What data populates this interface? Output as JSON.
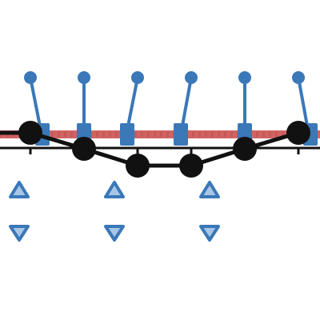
{
  "scene": {
    "colors": {
      "background": "#ffffff",
      "blue": "#3a78b8",
      "blue_light": "#a9c6e6",
      "red": "#d06464",
      "black": "#111111"
    },
    "pendulums": {
      "count": 6,
      "angle_sign_pattern": [
        "left",
        "none",
        "right",
        "right",
        "none",
        "left"
      ]
    },
    "chain": {
      "node_count": 6,
      "style": "zigzag"
    },
    "controls": [
      {
        "name": "up-arrow-1",
        "icon": "triangle-up-icon"
      },
      {
        "name": "up-arrow-2",
        "icon": "triangle-up-icon"
      },
      {
        "name": "up-arrow-3",
        "icon": "triangle-up-icon"
      },
      {
        "name": "down-arrow-1",
        "icon": "triangle-down-icon"
      },
      {
        "name": "down-arrow-2",
        "icon": "triangle-down-icon"
      },
      {
        "name": "down-arrow-3",
        "icon": "triangle-down-icon"
      }
    ]
  }
}
